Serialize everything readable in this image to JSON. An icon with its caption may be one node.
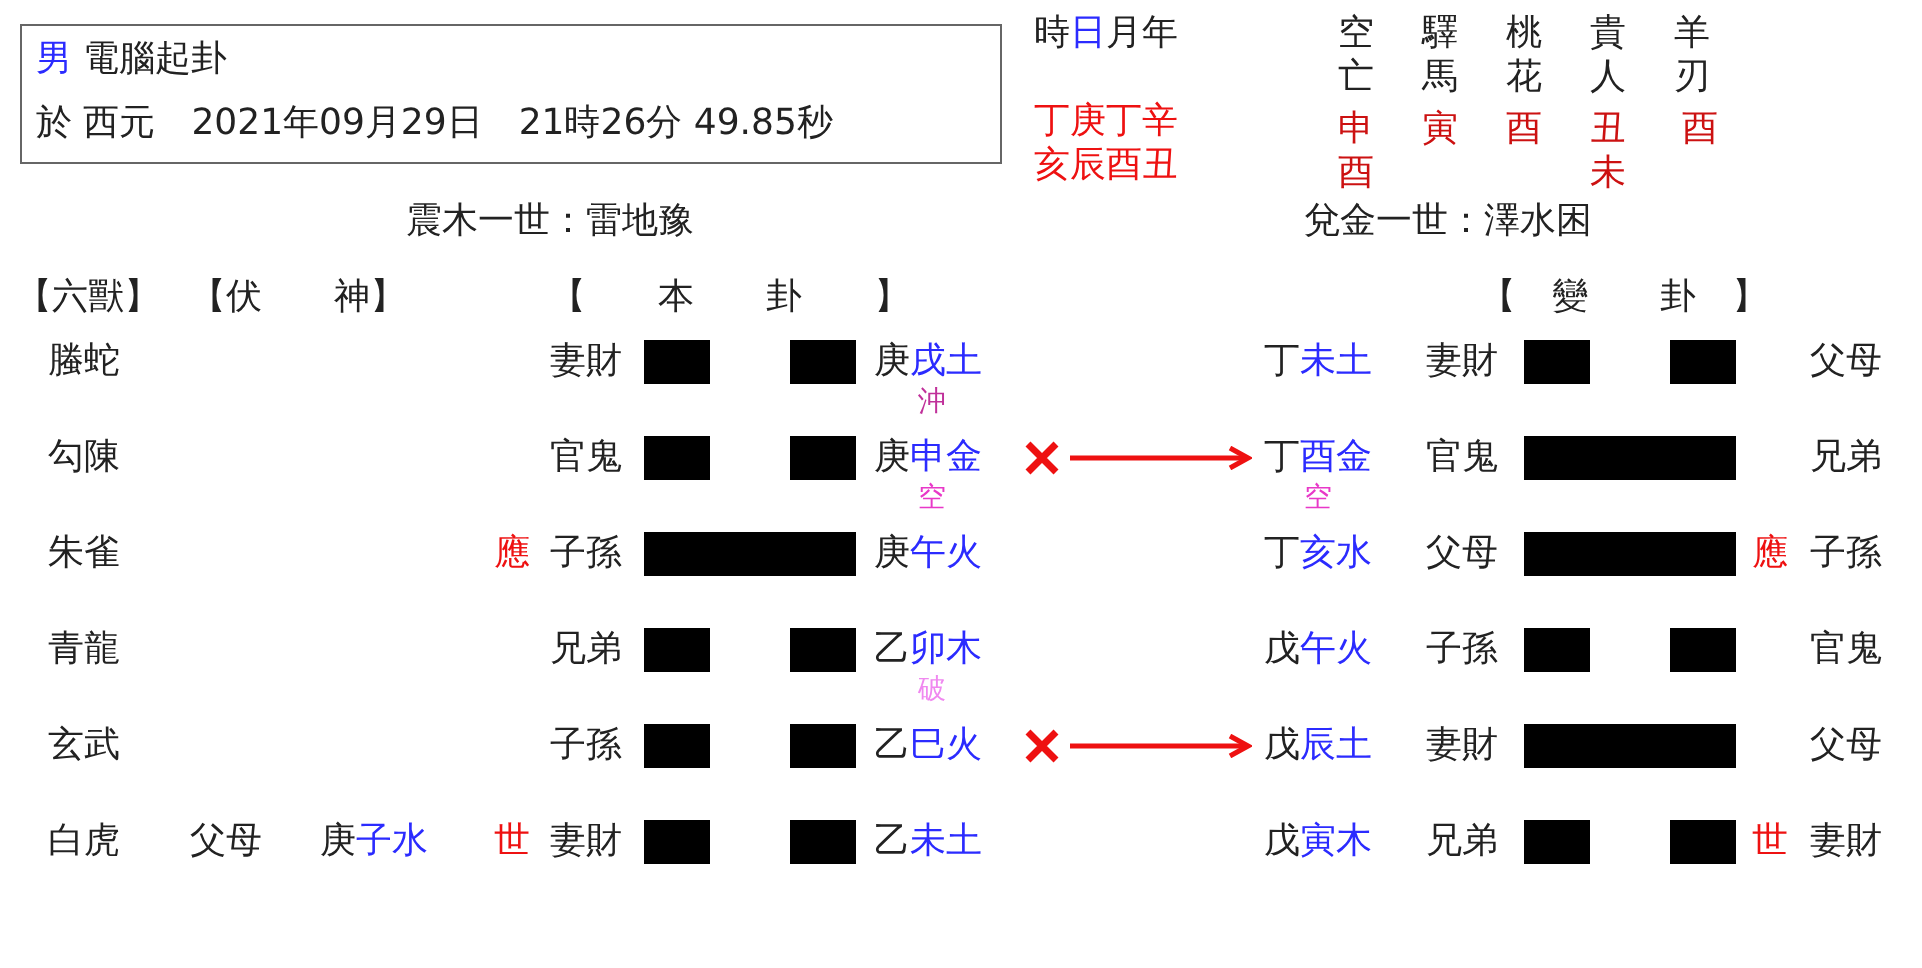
{
  "diagram": {
    "nodes": [
      {
        "text": [
          "男 電腦起卦",
          "於 西元　2021年09月29日　21時26分 49.85秒"
        ]
      },
      {
        "text": [],
        "shape": "cross"
      },
      {
        "text": [
          "丁酉金"
        ]
      },
      {
        "text": [],
        "shape": "cross"
      },
      {
        "text": [
          "戊辰土"
        ]
      }
    ],
    "edges": [
      {
        "from": 1,
        "to": 2,
        "arrow": "to"
      },
      {
        "from": 3,
        "to": 4,
        "arrow": "to"
      }
    ],
    "labels": [
      "時日月年",
      "丁庚丁辛",
      "亥辰酉丑",
      "空亡",
      "驛馬",
      "桃花",
      "貴人",
      "羊刃",
      "申酉",
      "寅",
      "酉",
      "丑未",
      "酉",
      "震木一世：雷地豫",
      "兌金一世：澤水困",
      "【六獸】",
      "【伏　　神】",
      "【　　本　　卦　　】",
      "【　變　　卦　】",
      "螣蛇",
      "妻財",
      "庚戌土",
      "沖",
      "丁未土",
      "妻財",
      "父母",
      "勾陳",
      "官鬼",
      "庚申金",
      "空",
      "空",
      "官鬼",
      "兄弟",
      "朱雀",
      "應",
      "子孫",
      "庚午火",
      "丁亥水",
      "父母",
      "應",
      "子孫",
      "青龍",
      "兄弟",
      "乙卯木",
      "破",
      "戊午火",
      "子孫",
      "官鬼",
      "玄武",
      "子孫",
      "乙巳火",
      "妻財",
      "父母",
      "白虎",
      "父母",
      "庚子水",
      "世",
      "妻財",
      "乙未土",
      "戊寅木",
      "兄弟",
      "世",
      "妻財"
    ]
  }
}
